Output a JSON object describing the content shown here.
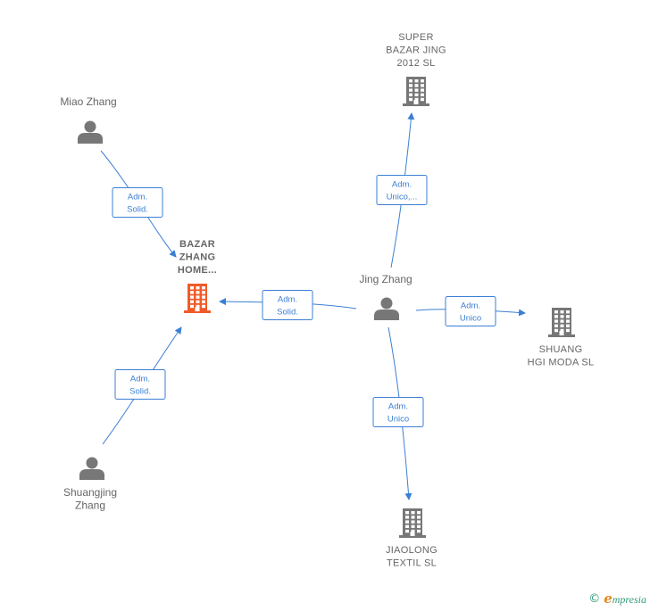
{
  "colors": {
    "edge": "#3b7fd4",
    "node_default": "#777777",
    "node_focus": "#f05a28",
    "label_text": "#666666"
  },
  "nodes": [
    {
      "id": "miao",
      "kind": "person",
      "icon": "person-icon",
      "label_lines": [
        "Miao Zhang"
      ],
      "focus": false
    },
    {
      "id": "bazar_home",
      "kind": "company",
      "icon": "building-icon",
      "label_lines": [
        "BAZAR",
        "ZHANG",
        "HOME..."
      ],
      "focus": true
    },
    {
      "id": "shuangjing",
      "kind": "person",
      "icon": "person-icon",
      "label_lines": [
        "Shuangjing",
        "Zhang"
      ],
      "focus": false
    },
    {
      "id": "jing",
      "kind": "person",
      "icon": "person-icon",
      "label_lines": [
        "Jing Zhang"
      ],
      "focus": false
    },
    {
      "id": "super_bazar",
      "kind": "company",
      "icon": "building-icon",
      "label_lines": [
        "SUPER",
        "BAZAR JING",
        "2012  SL"
      ],
      "focus": false
    },
    {
      "id": "shuang_hgi",
      "kind": "company",
      "icon": "building-icon",
      "label_lines": [
        "SHUANG",
        "HGI MODA  SL"
      ],
      "focus": false
    },
    {
      "id": "jiaolong",
      "kind": "company",
      "icon": "building-icon",
      "label_lines": [
        "JIAOLONG",
        "TEXTIL  SL"
      ],
      "focus": false
    }
  ],
  "edges": [
    {
      "from": "miao",
      "to": "bazar_home",
      "label_lines": [
        "Adm.",
        "Solid."
      ]
    },
    {
      "from": "shuangjing",
      "to": "bazar_home",
      "label_lines": [
        "Adm.",
        "Solid."
      ]
    },
    {
      "from": "jing",
      "to": "bazar_home",
      "label_lines": [
        "Adm.",
        "Solid."
      ]
    },
    {
      "from": "jing",
      "to": "super_bazar",
      "label_lines": [
        "Adm.",
        "Unico,..."
      ]
    },
    {
      "from": "jing",
      "to": "shuang_hgi",
      "label_lines": [
        "Adm.",
        "Unico"
      ]
    },
    {
      "from": "jing",
      "to": "jiaolong",
      "label_lines": [
        "Adm.",
        "Unico"
      ]
    }
  ],
  "footer": {
    "copyright": "©",
    "brand_initial": "e",
    "brand_rest": "mpresia"
  }
}
